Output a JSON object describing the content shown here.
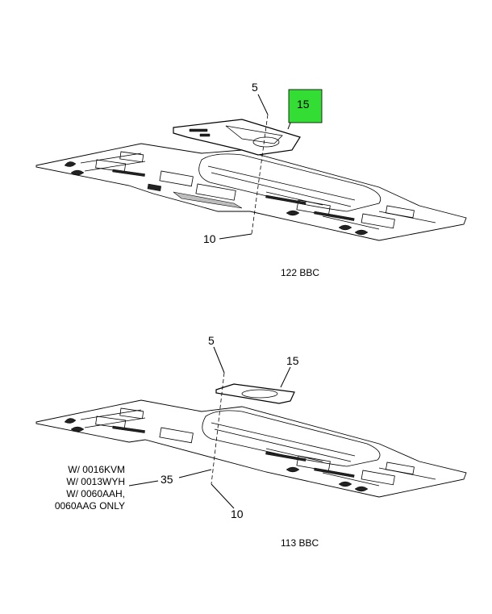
{
  "highlight_color": "#33dd33",
  "views": [
    {
      "caption": "122 BBC",
      "callouts": {
        "gasket": "5",
        "plate": "15",
        "floor": "10"
      }
    },
    {
      "caption": "113 BBC",
      "callouts": {
        "gasket": "5",
        "plate": "15",
        "floor": "10",
        "note_ref": "35"
      },
      "note_lines": [
        "W/ 0016KVM",
        "W/ 0013WYH",
        "W/ 0060AAH,",
        "0060AAG ONLY"
      ]
    }
  ]
}
